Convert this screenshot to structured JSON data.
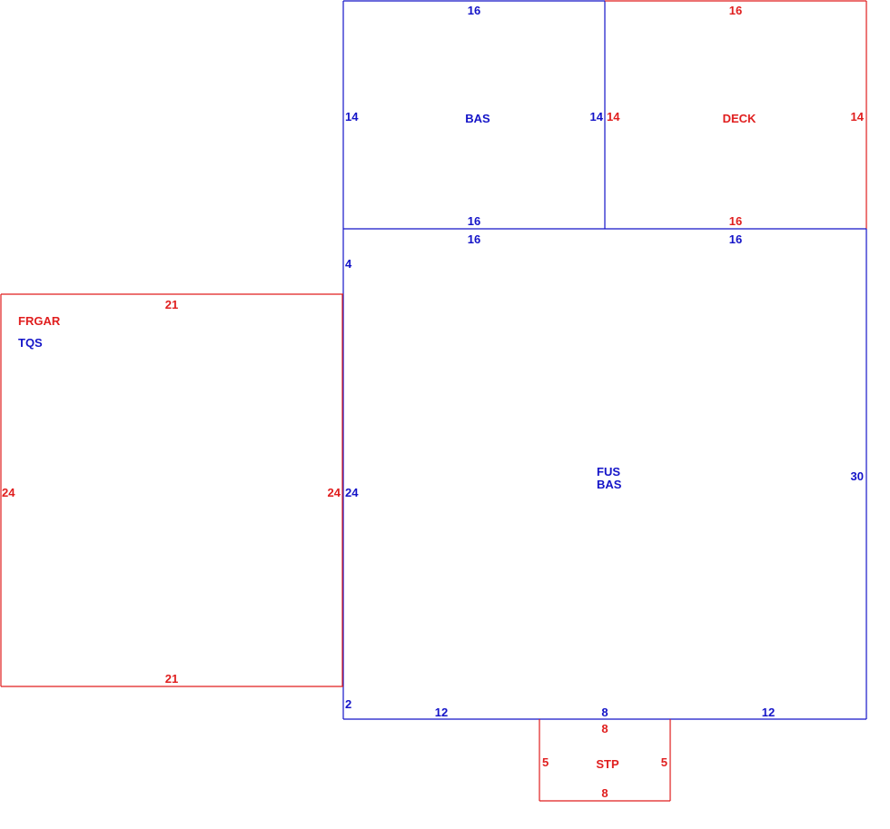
{
  "colors": {
    "blue": "#1414c8",
    "red": "#e01e1e"
  },
  "areas": [
    {
      "id": "bas-upper",
      "labels": [
        "BAS"
      ],
      "color": "blue",
      "dims": {
        "top": "16",
        "bottom": "16",
        "left": "14",
        "right": "14"
      }
    },
    {
      "id": "deck",
      "labels": [
        "DECK"
      ],
      "color": "red",
      "dims": {
        "top": "16",
        "bottom": "16",
        "left": "14",
        "right": "14"
      }
    },
    {
      "id": "fus-bas",
      "labels": [
        "FUS",
        "BAS"
      ],
      "color": "blue",
      "dims": {
        "top_left": "16",
        "top_right": "16",
        "left_upper": "4",
        "left_middle": "24",
        "left_lower": "2",
        "right": "30",
        "bottom_left": "12",
        "bottom_middle": "8",
        "bottom_right": "12"
      }
    },
    {
      "id": "frgar",
      "labels": [
        "FRGAR",
        "TQS"
      ],
      "label_colors": [
        "red",
        "blue"
      ],
      "color": "red",
      "dims": {
        "top": "21",
        "bottom": "21",
        "left": "24",
        "right": "24"
      }
    },
    {
      "id": "stp",
      "labels": [
        "STP"
      ],
      "color": "red",
      "dims": {
        "top": "8",
        "bottom": "8",
        "left": "5",
        "right": "5"
      }
    }
  ]
}
